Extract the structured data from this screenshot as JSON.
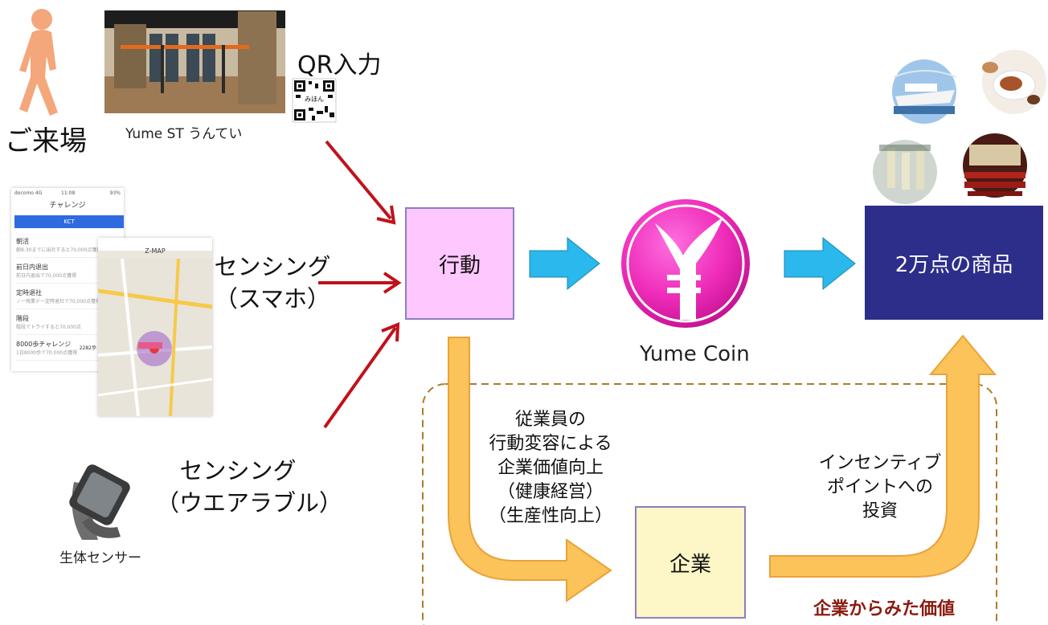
{
  "visitor": {
    "label": "ご来場",
    "venue_caption": "Yume ST うんてい"
  },
  "qr": {
    "title": "QR入力",
    "code_text": "みほん"
  },
  "sensing_phone": {
    "line1": "センシング",
    "line2": "（スマホ）"
  },
  "phone_app": {
    "status_left": "docomo 4G",
    "status_time": "11:08",
    "status_right": "93%",
    "title": "チャレンジ",
    "tab": "KCT",
    "items": [
      {
        "title": "朝活",
        "sub": "朝8:30までに出社すると70,000点獲得"
      },
      {
        "title": "前日内退出",
        "sub": "前日内退出で70,000点獲得"
      },
      {
        "title": "定時退社",
        "sub": "ノー残業デー定時退社で70,000点獲得"
      },
      {
        "title": "階段",
        "sub": "階段でトライすると70,000点"
      },
      {
        "title": "8000歩チャレンジ",
        "sub": "1日8000歩で70,000点獲得",
        "extra": "2282歩"
      }
    ],
    "map_title": "Z-MAP"
  },
  "sensing_wearable": {
    "line1": "センシング",
    "line2": "（ウエアラブル）",
    "caption": "生体センサー"
  },
  "action_box": {
    "label": "行動"
  },
  "coin": {
    "label": "Yume Coin"
  },
  "products_box": {
    "label": "2万点の商品"
  },
  "company_box": {
    "label": "企業"
  },
  "left_note": {
    "lines": [
      "従業員の",
      "行動変容による",
      "企業価値向上",
      "（健康経営）",
      "（生産性向上）"
    ]
  },
  "right_note": {
    "lines": [
      "インセンティブ",
      "ポイントへの",
      "投資"
    ]
  },
  "corporate_value": {
    "label": "企業からみた価値"
  },
  "colors": {
    "red_arrow": "#c0121c",
    "blue_arrow": "#2bb8ec",
    "orange_arrow": "#fbc35a",
    "pink_box": "#fec7fd",
    "navy_box": "#2d2d8a",
    "company_box": "#fdf6c7",
    "coin_magenta": "#ee2bb9",
    "dark_red_text": "#8b1a0e"
  }
}
